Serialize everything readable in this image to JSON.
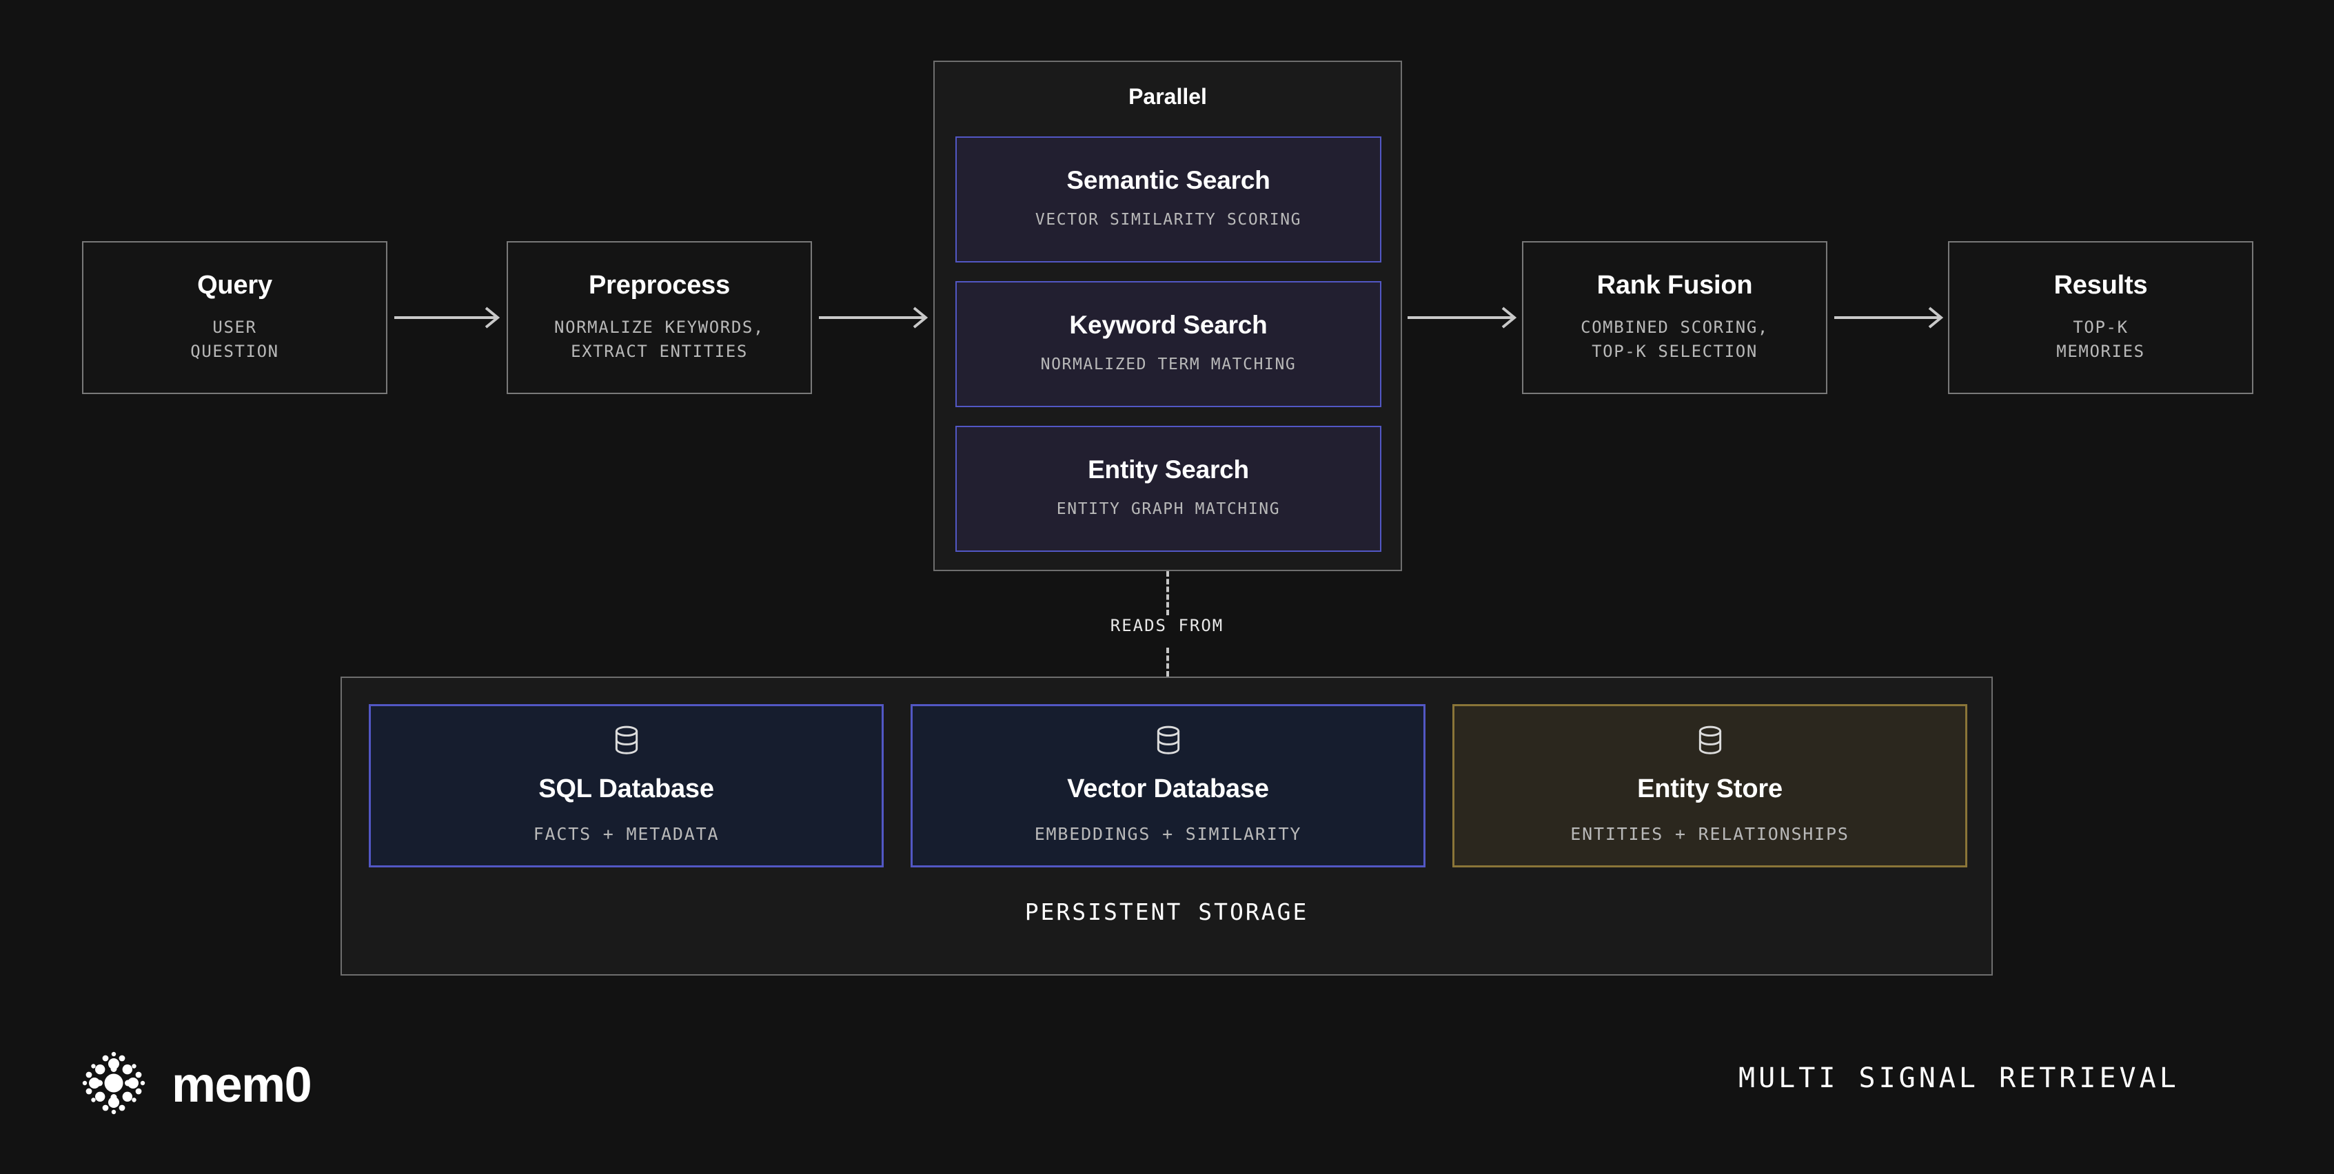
{
  "background_color": "#121212",
  "flow": {
    "nodes": [
      {
        "id": "query",
        "title": "Query",
        "subtitle": "USER\nQUESTION"
      },
      {
        "id": "preprocess",
        "title": "Preprocess",
        "subtitle": "NORMALIZE KEYWORDS,\nEXTRACT ENTITIES"
      },
      {
        "id": "rank-fusion",
        "title": "Rank Fusion",
        "subtitle": "COMBINED SCORING,\nTOP-K SELECTION"
      },
      {
        "id": "results",
        "title": "Results",
        "subtitle": "TOP-K\nMEMORIES"
      }
    ]
  },
  "parallel": {
    "label": "Parallel",
    "accent_border": "#5257c4",
    "accent_fill": "#221f30",
    "nodes": [
      {
        "id": "semantic-search",
        "title": "Semantic Search",
        "subtitle": "VECTOR SIMILARITY SCORING"
      },
      {
        "id": "keyword-search",
        "title": "Keyword Search",
        "subtitle": "NORMALIZED TERM MATCHING"
      },
      {
        "id": "entity-search",
        "title": "Entity Search",
        "subtitle": "ENTITY GRAPH MATCHING"
      }
    ]
  },
  "link": {
    "reads_from_label": "READS FROM"
  },
  "storage": {
    "footer_label": "PERSISTENT STORAGE",
    "nodes": [
      {
        "id": "sql-database",
        "title": "SQL Database",
        "subtitle": "FACTS + METADATA",
        "icon": "database-icon",
        "border": "#5257c4",
        "fill": "#161d2e"
      },
      {
        "id": "vector-database",
        "title": "Vector Database",
        "subtitle": "EMBEDDINGS + SIMILARITY",
        "icon": "database-icon",
        "border": "#5257c4",
        "fill": "#161d2e"
      },
      {
        "id": "entity-store",
        "title": "Entity Store",
        "subtitle": "ENTITIES + RELATIONSHIPS",
        "icon": "database-icon",
        "border": "#8a7538",
        "fill": "#2b271e"
      }
    ]
  },
  "footer": {
    "logo_wordmark": "mem0",
    "logo_icon": "mem0-dots-logo",
    "caption": "MULTI SIGNAL RETRIEVAL"
  }
}
